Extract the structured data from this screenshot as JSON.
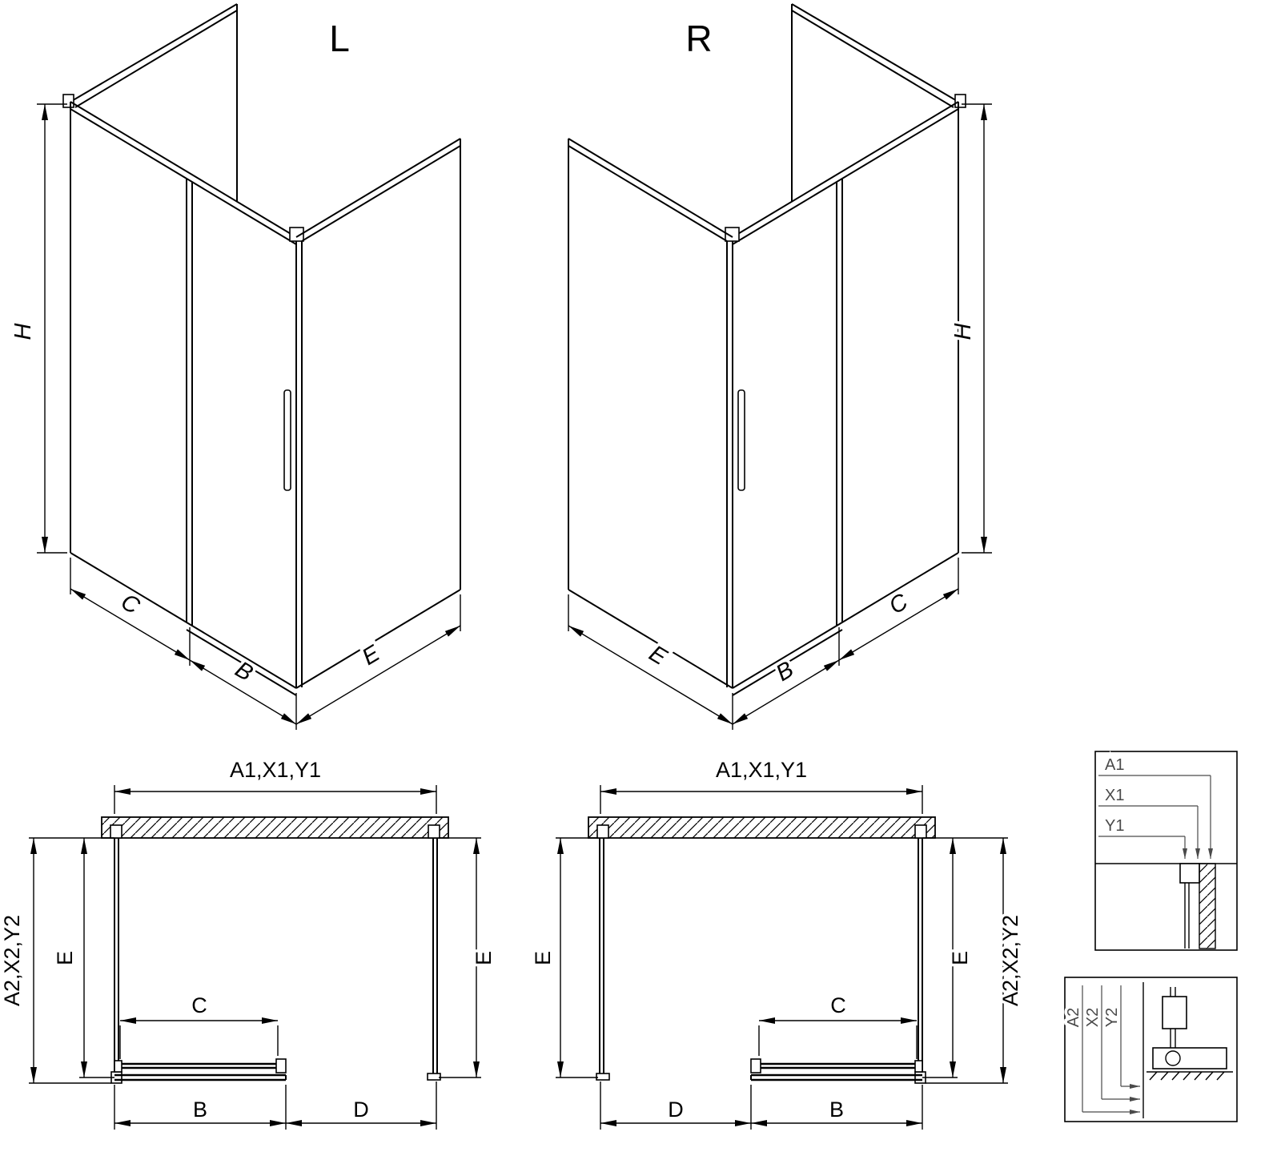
{
  "title": {
    "left": "L",
    "right": "R"
  },
  "dims": {
    "height": "H",
    "fixed_width": "C",
    "door_width": "B",
    "return_width": "E",
    "opening": "D",
    "top_combo": "A1,X1,Y1",
    "side_combo": "A2,X2,Y2"
  },
  "details": {
    "a1": "A1",
    "x1": "X1",
    "y1": "Y1",
    "a2": "A2",
    "x2": "X2",
    "y2": "Y2"
  },
  "colors": {
    "line": "#000000",
    "background": "#ffffff",
    "detail_label": "#4a4a4a"
  }
}
